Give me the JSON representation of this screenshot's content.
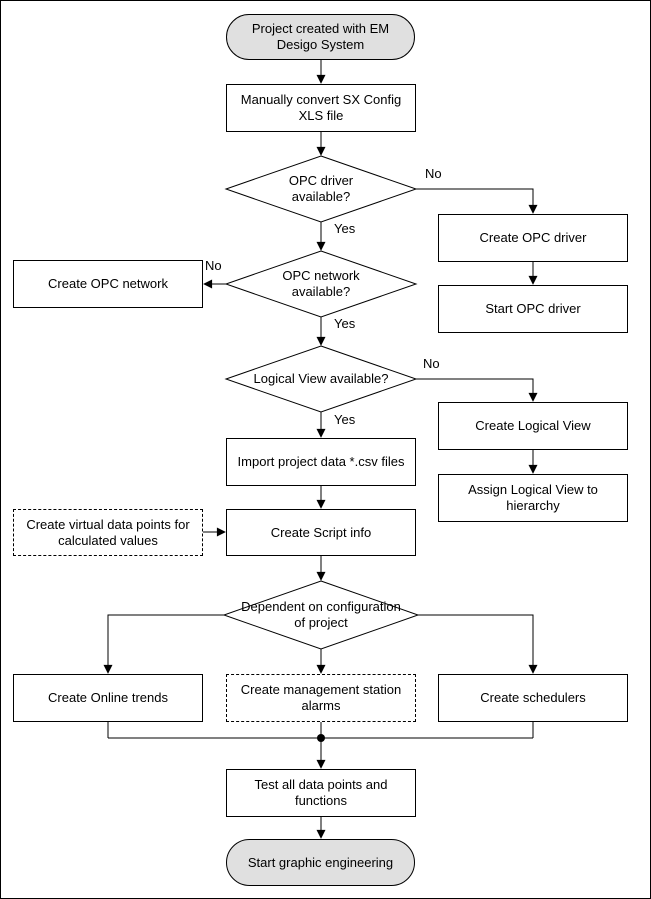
{
  "diagram": {
    "nodes": {
      "start": {
        "label": "Project created with EM Desigo System"
      },
      "convert": {
        "label": "Manually convert SX Config XLS file"
      },
      "opc_driver_decision": {
        "label": "OPC driver available?"
      },
      "create_opc_driver": {
        "label": "Create OPC driver"
      },
      "start_opc_driver": {
        "label": "Start OPC driver"
      },
      "opc_network_decision": {
        "label": "OPC network available?"
      },
      "create_opc_network": {
        "label": "Create OPC network"
      },
      "logical_view_decision": {
        "label": "Logical View available?"
      },
      "create_logical_view": {
        "label": "Create Logical View"
      },
      "assign_logical_view": {
        "label": "Assign Logical View to hierarchy"
      },
      "import_data": {
        "label": "Import project data *.csv files"
      },
      "virtual_points": {
        "label": "Create virtual data points for calculated values"
      },
      "create_script": {
        "label": "Create Script info"
      },
      "config_decision": {
        "label": "Dependent on configuration of project"
      },
      "online_trends": {
        "label": "Create Online trends"
      },
      "station_alarms": {
        "label": "Create management station alarms"
      },
      "schedulers": {
        "label": "Create schedulers"
      },
      "test_points": {
        "label": "Test all data points and functions"
      },
      "end": {
        "label": "Start graphic engineering"
      }
    },
    "edge_labels": {
      "opc_driver_no": "No",
      "opc_driver_yes": "Yes",
      "opc_network_no": "No",
      "opc_network_yes": "Yes",
      "logical_view_no": "No",
      "logical_view_yes": "Yes"
    },
    "colors": {
      "line": "#000000",
      "node_fill": "#ffffff",
      "terminator_fill": "#e0e0e0"
    }
  }
}
